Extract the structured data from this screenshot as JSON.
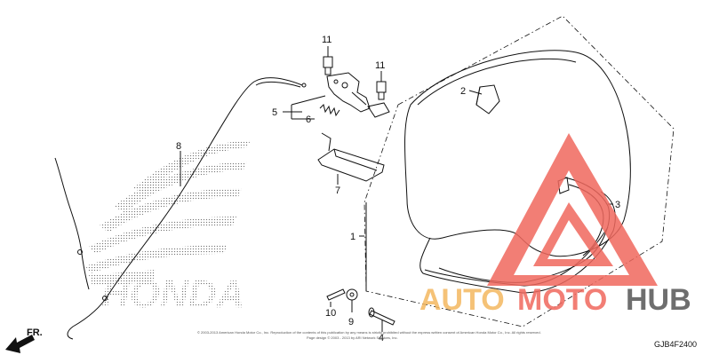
{
  "callouts": {
    "c1": "1",
    "c2": "2",
    "c3": "3",
    "c4": "4",
    "c5": "5",
    "c6": "6",
    "c7": "7",
    "c8": "8",
    "c9": "9",
    "c10": "10",
    "c11a": "11",
    "c11b": "11"
  },
  "diagram_code": "GJB4F2400",
  "fr_label": "FR.",
  "watermark": {
    "auto": "AUTO",
    "moto": "MOTO",
    "hub": "HUB"
  },
  "brand": {
    "word": "HONDA"
  },
  "copyright_line1": "© 2003-2013 American Honda Motor Co., Inc. Reproduction of the contents of this publication by any means is strictly prohibited without the express written consent of American Honda Motor Co., Inc. All rights reserved.",
  "copyright_line2": "Page design © 2003 - 2013 by ARI Network Services, Inc.",
  "colors": {
    "watermark_red": "#f0685e",
    "watermark_orange": "#f4b860",
    "watermark_gray": "#555555"
  }
}
